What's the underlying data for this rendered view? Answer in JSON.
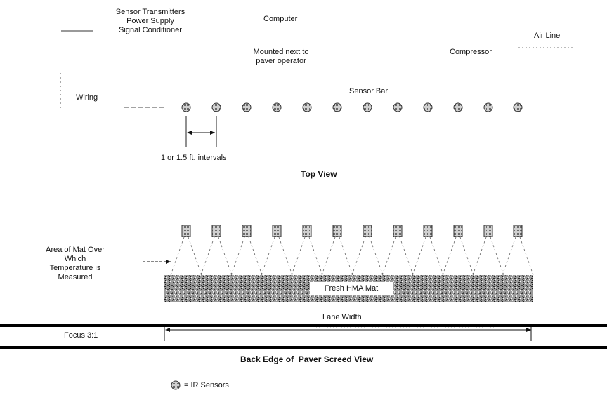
{
  "top_view": {
    "sensor_equipment_label": [
      "Sensor Transmitters",
      "Power Supply",
      "Signal Conditioner"
    ],
    "computer_label": "Computer",
    "computer_mount_label": [
      "Mounted next to",
      "paver operator"
    ],
    "air_line_label": "Air Line",
    "compressor_label": "Compressor",
    "wiring_label": "Wiring",
    "sensor_bar_label": "Sensor Bar",
    "interval_label": "1 or 1.5 ft. intervals",
    "view_title": "Top View"
  },
  "back_view": {
    "area_label": [
      "Area of Mat Over",
      "Which",
      "Temperature is",
      "Measured"
    ],
    "mat_label": "Fresh HMA Mat",
    "lane_width_label": "Lane Width",
    "focus_label": "Focus 3:1",
    "view_title": "Back Edge of  Paver Screed View"
  },
  "legend": {
    "ir_sensor_label": "= IR Sensors"
  }
}
